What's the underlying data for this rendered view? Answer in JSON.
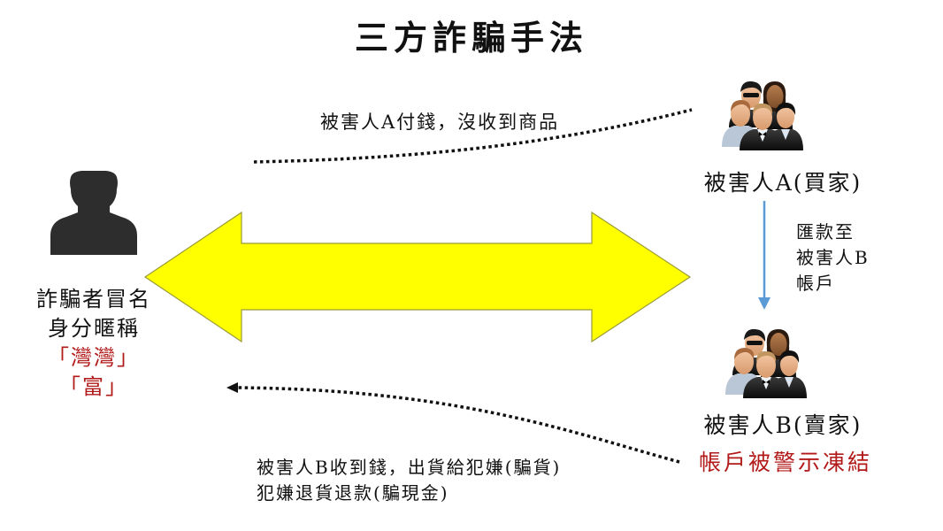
{
  "title": "三方詐騙手法",
  "colors": {
    "arrow_fill": "#ffff00",
    "arrow_stroke": "#9a9a3a",
    "transfer_arrow": "#5b9bd5",
    "highlight_text": "#b21a1a",
    "text": "#111111"
  },
  "scammer": {
    "icon": "person-silhouette-icon",
    "label_line1": "詐騙者冒名",
    "label_line2": "身分暱稱",
    "alias1": "「灣灣」",
    "alias2": "「富」"
  },
  "victim_a": {
    "icon": "group-of-people-icon",
    "label": "被害人A(買家)"
  },
  "victim_b": {
    "icon": "group-of-people-icon",
    "label": "被害人B(賣家)",
    "status": "帳戶被警示凍結"
  },
  "transfer": {
    "line1": "匯款至",
    "line2": "被害人B",
    "line3": "帳戶"
  },
  "top_flow": {
    "label": "被害人A付錢，沒收到商品"
  },
  "bottom_flow": {
    "line1": "被害人B收到錢，出貨給犯嫌(騙貨)",
    "line2": "犯嫌退貨退款(騙現金)"
  },
  "center_arrow": {
    "type": "double-headed-arrow"
  }
}
